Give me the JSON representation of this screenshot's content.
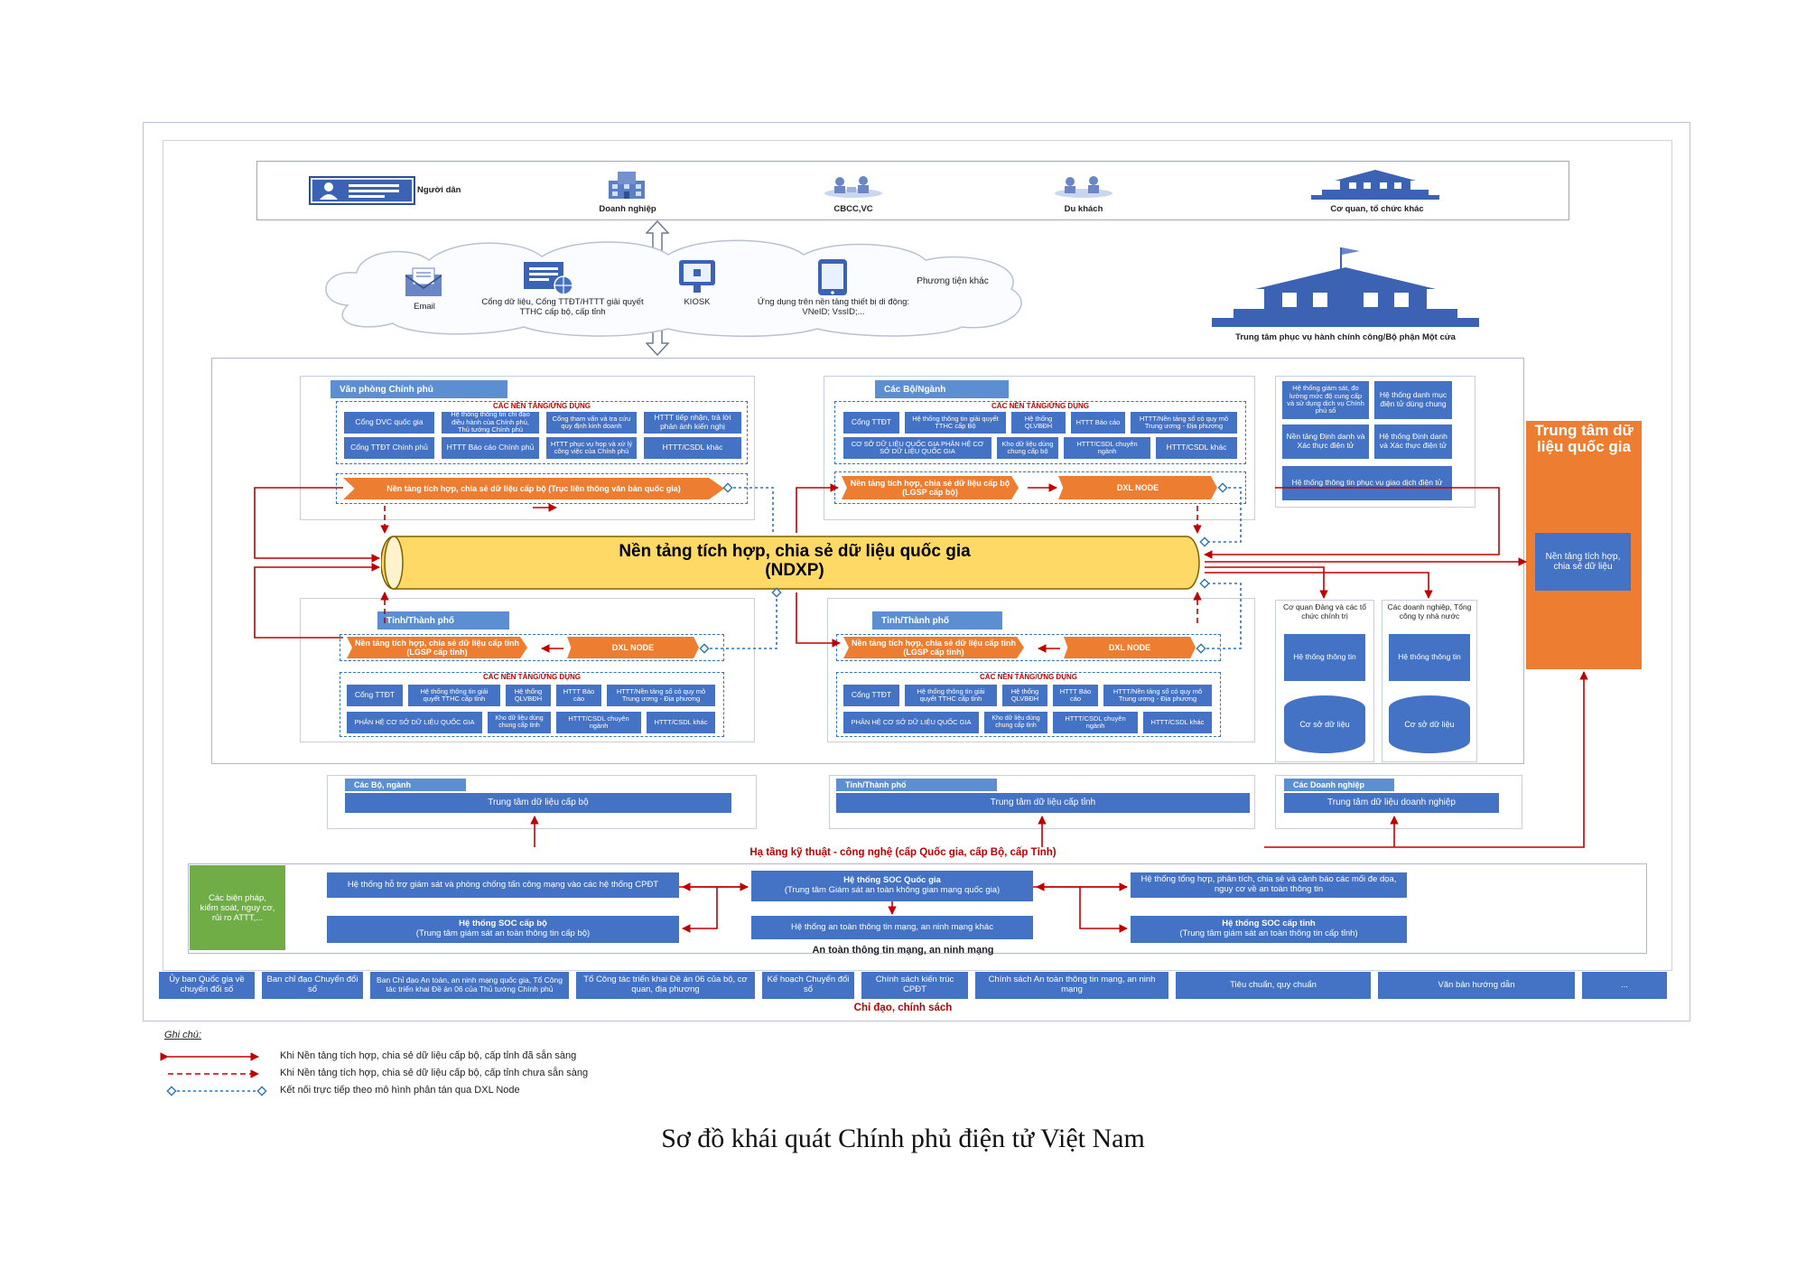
{
  "caption": "Sơ đồ khái quát Chính phủ điện tử Việt Nam",
  "users": {
    "citizen": "Người dân",
    "enterprise": "Doanh nghiệp",
    "officials": "CBCC,VC",
    "tourist": "Du khách",
    "agencies": "Cơ quan, tổ chức khác"
  },
  "channels": {
    "email": "Email",
    "portal": "Cổng dữ liệu, Cổng TTĐT/HTTT giải quyết TTHC cấp bộ, cấp tỉnh",
    "kiosk": "KIOSK",
    "mobile": "Ứng dụng trên nền tảng thiết bị di động: VNeID; VssID;...",
    "other": "Phương tiện khác"
  },
  "one_stop": "Trung tâm phục vụ hành chính công/Bộ phận Một cửa",
  "ndxp": {
    "line1": "Nền tảng tích hợp, chia sẻ dữ liệu quốc gia",
    "line2": "(NDXP)"
  },
  "gov_office": {
    "title": "Văn phòng Chính phủ",
    "platforms_label": "CÁC NỀN TẢNG/ỨNG DỤNG",
    "apps": [
      "Cổng DVC quốc gia",
      "Hệ thống thông tin chỉ đạo điều hành của Chính phủ, Thủ tướng Chính phủ",
      "Cổng tham vấn và tra cứu quy định kinh doanh",
      "HTTT tiếp nhận, trả lời phản ánh kiến nghị",
      "Cổng TTĐT Chính phủ",
      "HTTT Báo cáo Chính phủ",
      "HTTT phục vụ họp và xử lý công việc của Chính phủ",
      "HTTT/CSDL khác"
    ],
    "lgsp": "Nền tảng tích hợp, chia sẻ dữ liệu cấp bộ (Trục liên thông văn bản quốc gia)"
  },
  "ministries": {
    "title": "Các Bộ/Ngành",
    "platforms_label": "CÁC NỀN TẢNG/ỨNG DỤNG",
    "apps": [
      "Cổng TTĐT",
      "Hệ thống thông tin giải quyết TTHC cấp Bộ",
      "Hệ thống QLVBĐH",
      "HTTT Báo cáo",
      "HTTT/Nền tảng số có quy mô Trung ương - Địa phương",
      "CƠ SỞ DỮ LIỆU QUỐC GIA PHÂN HỆ CƠ SỞ DỮ LIỆU QUỐC GIA",
      "Kho dữ liệu dùng chung cấp bộ",
      "HTTT/CSDL chuyên ngành",
      "HTTT/CSDL khác"
    ],
    "lgsp": "Nền tảng tích hợp, chia sẻ dữ liệu cấp bộ (LGSP cấp bộ)",
    "dxl": "DXL NODE"
  },
  "right_systems": [
    "Hệ thống giám sát, đo lường mức độ cung cấp và sử dụng dịch vụ Chính phủ số",
    "Hệ thống danh mục điện tử dùng chung",
    "Nền tảng Định danh và Xác thực điện tử",
    "Hệ thống Định danh và Xác thực điện tử",
    "Hệ thống thông tin phục vụ giao dịch điện tử"
  ],
  "national_dc": {
    "title": "Trung tâm dữ liệu quốc gia",
    "inner": "Nền tảng tích hợp, chia sẻ dữ liệu"
  },
  "province_left": {
    "title": "Tỉnh/Thành phố",
    "lgsp": "Nền tảng tích hợp, chia sẻ dữ liệu cấp tỉnh (LGSP cấp tỉnh)",
    "dxl": "DXL NODE",
    "platforms_label": "CÁC NỀN TẢNG/ỨNG DỤNG",
    "apps": [
      "Cổng TTĐT",
      "Hệ thống thông tin giải quyết TTHC cấp tỉnh",
      "Hệ thống QLVBĐH",
      "HTTT Báo cáo",
      "HTTT/Nền tảng số có quy mô Trung ương - Địa phương",
      "PHÂN HỆ CƠ SỞ DỮ LIỆU QUỐC GIA",
      "Kho dữ liệu dùng chung cấp tỉnh",
      "HTTT/CSDL chuyên ngành",
      "HTTT/CSDL khác"
    ]
  },
  "province_right": {
    "title": "Tỉnh/Thành phố",
    "lgsp": "Nền tảng tích hợp, chia sẻ dữ liệu cấp tỉnh (LGSP cấp tỉnh)",
    "dxl": "DXL NODE",
    "platforms_label": "CÁC NỀN TẢNG/ỨNG DỤNG",
    "apps": [
      "Cổng TTĐT",
      "Hệ thống thông tin giải quyết TTHC cấp tỉnh",
      "Hệ thống QLVBĐH",
      "HTTT Báo cáo",
      "HTTT/Nền tảng số có quy mô Trung ương - Địa phương",
      "PHÂN HỆ CƠ SỞ DỮ LIỆU QUỐC GIA",
      "Kho dữ liệu dùng chung cấp tỉnh",
      "HTTT/CSDL chuyên ngành",
      "HTTT/CSDL khác"
    ]
  },
  "party": {
    "title": "Cơ quan Đảng và các tổ chức chính trị",
    "system": "Hệ thống thông tin",
    "db": "Cơ sở dữ liệu"
  },
  "corp": {
    "title": "Các doanh nghiệp, Tổng công ty nhà nước",
    "system": "Hệ thống thông tin",
    "db": "Cơ sở dữ liệu"
  },
  "infra": {
    "ministries": {
      "title": "Các Bộ, ngành",
      "dc": "Trung tâm dữ liệu cấp bộ"
    },
    "provinces": {
      "title": "Tỉnh/Thành phố",
      "dc": "Trung tâm dữ liệu cấp tỉnh"
    },
    "enterprises": {
      "title": "Các Doanh nghiệp",
      "dc": "Trung tâm dữ liệu doanh nghiệp"
    },
    "label": "Hạ tầng kỹ thuật - công nghệ (cấp Quốc gia, cấp Bộ, cấp Tỉnh)"
  },
  "security": {
    "measures": "Các biện pháp, kiểm soát, nguy cơ, rủi ro ATTT,...",
    "b1": "Hệ thống hỗ trợ giám sát và phòng chống tấn công mạng vào các hệ thống CPĐT",
    "b2_title": "Hệ thống SOC cấp bộ",
    "b2_sub": "(Trung tâm giám sát an toàn thông tin cấp bộ)",
    "b3_title": "Hệ thống SOC Quốc gia",
    "b3_sub": "(Trung tâm Giám sát an toàn không gian mạng quốc gia)",
    "b4": "Hệ thống an toàn thông tin mạng, an ninh mạng khác",
    "b5": "Hệ thống tổng hợp, phân tích, chia sẻ và cảnh báo các mối đe dọa, nguy cơ về an toàn thông tin",
    "b6_title": "Hệ thống SOC cấp tỉnh",
    "b6_sub": "(Trung tâm giám sát an toàn thông tin cấp tỉnh)",
    "label": "An toàn thông tin mạng, an ninh mạng"
  },
  "policy": {
    "items": [
      "Ủy ban Quốc gia về chuyển đổi số",
      "Ban chỉ đạo Chuyển đổi số",
      "Ban Chỉ đạo An toàn, an ninh mạng quốc gia, Tổ Công tác triển khai Đề án 06 của Thủ tướng Chính phủ",
      "Tổ Công tác triển khai Đề án 06 của bộ, cơ quan, địa phương",
      "Kế hoạch Chuyển đổi số",
      "Chính sách kiến trúc CPĐT",
      "Chính sách An toàn thông tin mạng, an ninh mạng",
      "Tiêu chuẩn, quy chuẩn",
      "Văn bản hướng dẫn",
      "..."
    ],
    "label": "Chỉ đạo, chính sách"
  },
  "legend": {
    "title": "Ghi chú:",
    "l1": "Khi Nền tảng tích hợp, chia sẻ dữ liệu cấp bộ, cấp tỉnh đã sẵn sàng",
    "l2": "Khi Nền tảng tích hợp, chia sẻ dữ liệu cấp bộ, cấp tỉnh chưa sẵn sàng",
    "l3": "Kết nối trực tiếp theo mô hình phân tán qua DXL Node"
  },
  "colors": {
    "accent": "#4472c4",
    "orange": "#ed7d31",
    "red": "#c00000",
    "ndxp": "#ffd966"
  }
}
